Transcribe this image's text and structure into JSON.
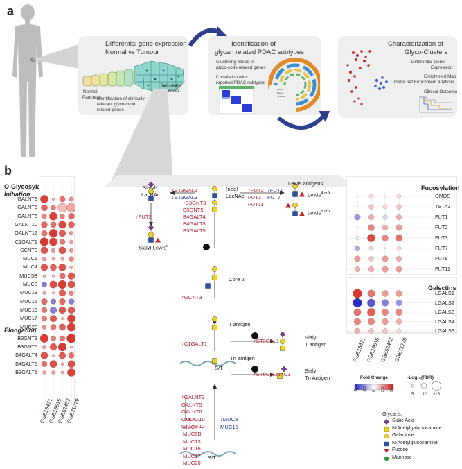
{
  "panel_a": {
    "letter": "a",
    "box1": {
      "title_line1": "Differential gene expression",
      "title_line2": "Normal vs Tumour",
      "normal_label_1": "Normal",
      "normal_label_2": "Pancreas",
      "cancer_label_1": "Pancreatic",
      "cancer_label_2": "Cancer",
      "note_1": "Identification of clinically",
      "note_2": "relevant glyco-code",
      "note_3": "related genes"
    },
    "box2": {
      "title_line1": "Identification of",
      "title_line2": "glycan related PDAC subtypes",
      "text1_1": "Clustering based in",
      "text1_2": "glyco-code related genes",
      "text2_1": "Correlation with",
      "text2_2": "reported PDAC subtypes"
    },
    "box3": {
      "title_line1": "Characterization of",
      "title_line2": "Glyco-Clusters",
      "item1_1": "Differential Gene",
      "item1_2": "Expression",
      "item2": "Enrichment Map",
      "item3": "Gene Set Enrichment Analysis",
      "item4": "Clinical Outcome"
    }
  },
  "panel_b": {
    "letter": "b",
    "datasets": [
      "GSE15471",
      "GSE16515",
      "GSE62452",
      "GSE71729"
    ],
    "left": {
      "title": "O-Glycosylation",
      "initiation": "Initiation",
      "elongation": "Elongation",
      "genes_init": [
        "GALNT3",
        "GALNT5",
        "GALNT6",
        "GALNT10",
        "GALNT12",
        "C1GALT1",
        "GCNT3",
        "MUC1",
        "MUC4",
        "MUC5B",
        "MUC8",
        "MUC13",
        "MUC15",
        "MUC16",
        "MUC17",
        "MUC20"
      ],
      "genes_elong": [
        "B3GNT3",
        "B3GNT5",
        "B4GALT4",
        "B4GALT5",
        "B3GALT5"
      ]
    },
    "right": {
      "fuc_title": "Fucosylation",
      "fuc_genes": [
        "GMDS",
        "TSTA3",
        "FUT1",
        "FUT2",
        "FUT3",
        "FUT7",
        "FUT8",
        "FUT11"
      ],
      "gal_title": "Galectins",
      "gal_genes": [
        "LGALS1",
        "LGALS2",
        "LGALS3",
        "LGALS4",
        "LGALS9"
      ]
    },
    "legend": {
      "fold_change": "Fold Change",
      "fdr": "-Log₁₀(FDR)",
      "fc_ticks": [
        "-5",
        "-2.5",
        "0",
        "2.5",
        "5"
      ],
      "fdr_ticks": [
        "5",
        "10",
        "≥15"
      ],
      "glycans_title": "Glycans:",
      "glycans": [
        {
          "name": "Sialic Acid",
          "color": "#7b3f8f",
          "shape": "diamond"
        },
        {
          "name": "N-Acetylgalactosamine",
          "color": "#f2d21b",
          "shape": "square"
        },
        {
          "name": "Galactose",
          "color": "#f2d21b",
          "shape": "circle"
        },
        {
          "name": "N-Acetylglucosamine",
          "color": "#2a4fa8",
          "shape": "square"
        },
        {
          "name": "Fucose",
          "color": "#c0272d",
          "shape": "triangle"
        },
        {
          "name": "Mannose",
          "color": "#1f9a3c",
          "shape": "circle"
        }
      ]
    },
    "pathway": {
      "sialyl_lacnac_1": "Sialyl-",
      "sialyl_lacnac_2": "LacNAc",
      "neo_lacnac_1": "(neo)",
      "neo_lacnac_2": "LacNAc",
      "lewis_title": "Lewis antigens",
      "lewis_ax": "Lewis",
      "lewis_ax_sup": "A or X",
      "lewis_by": "Lewis",
      "lewis_by_sup": "B or Y",
      "st3gal1_up": "ST3GAL1",
      "st3gal3_down": "ST3GAL3",
      "fut3_left": "FUT3",
      "sialyl_lewis": "Sialyl-Lewis",
      "sialyl_lewis_sup": "x",
      "fut_red": [
        "FUT2",
        "FUT3",
        "FUT11"
      ],
      "fut_blue": [
        "FUT1",
        "FUT7"
      ],
      "b3_genes": [
        "B3GNT3",
        "B3GNT5",
        "B4GALT4",
        "B4GALT5",
        "B3GALT5"
      ],
      "step3": "3",
      "core2": "Core 2",
      "gcnt3": "GCNT3",
      "t_antigen": "T antigen",
      "step2": "2",
      "st3gal1_t": "ST3GAL1",
      "sialyl_t_1": "Sialyl",
      "sialyl_t_2": "T antigen",
      "c1galt1": "C1GALT1",
      "tn_antigen": "Tn antigen",
      "st_label": "S/T",
      "step1": "1",
      "st6galnac1": "ST6GALNAC1",
      "sialyl_tn_1": "Sialyl",
      "sialyl_tn_2": "Tn Antigen",
      "galnt_genes": [
        "GALNT3",
        "GALNT5",
        "GALNT6",
        "GALNT10",
        "GALNT12"
      ],
      "st_bottom": "S/T",
      "muc_red": [
        "MUC1",
        "MUC4",
        "MUC5B",
        "MUC13",
        "MUC16",
        "MUC17",
        "MUC20"
      ],
      "muc_blue": [
        "MUC8",
        "MUC15"
      ]
    }
  }
}
